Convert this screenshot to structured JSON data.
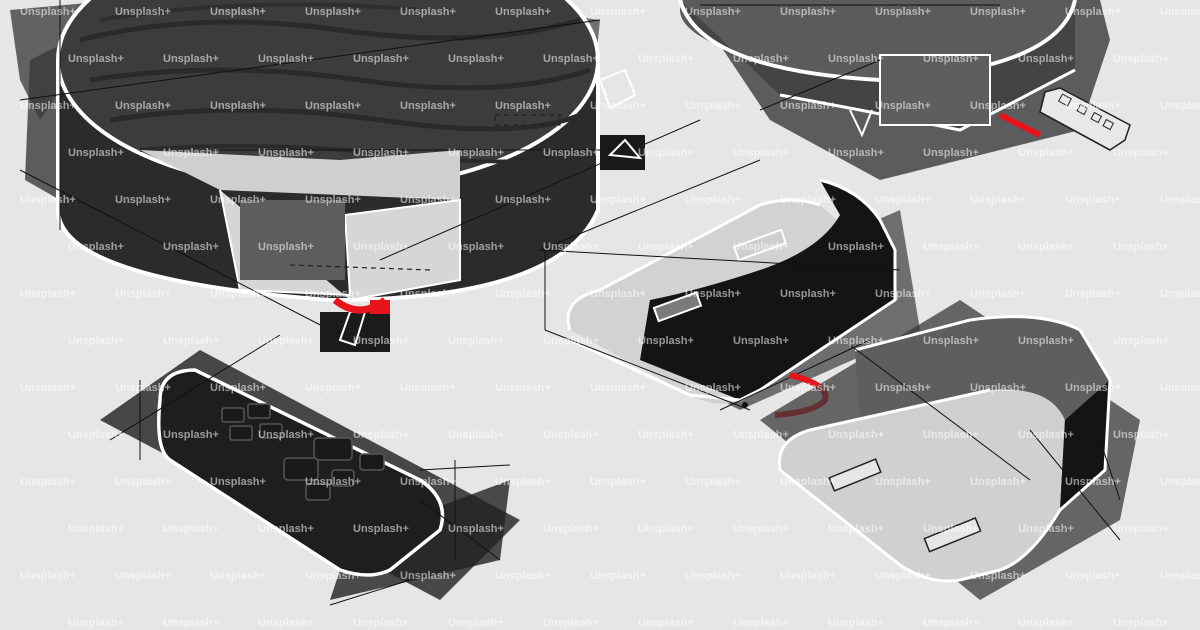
{
  "scene": {
    "background_color": "#e6e6e6",
    "accent_color": "#e8141b",
    "dark_color": "#1a1a1a",
    "mid_color": "#5a5a5a",
    "light_color": "#d8d8d8",
    "outline_color": "#ffffff",
    "subjects": [
      "robot-vacuum",
      "robot-vacuum-top",
      "remote-control",
      "charging-dock",
      "charging-dock-large",
      "remote-control-small"
    ]
  },
  "watermark": {
    "text": "Unsplash+"
  }
}
